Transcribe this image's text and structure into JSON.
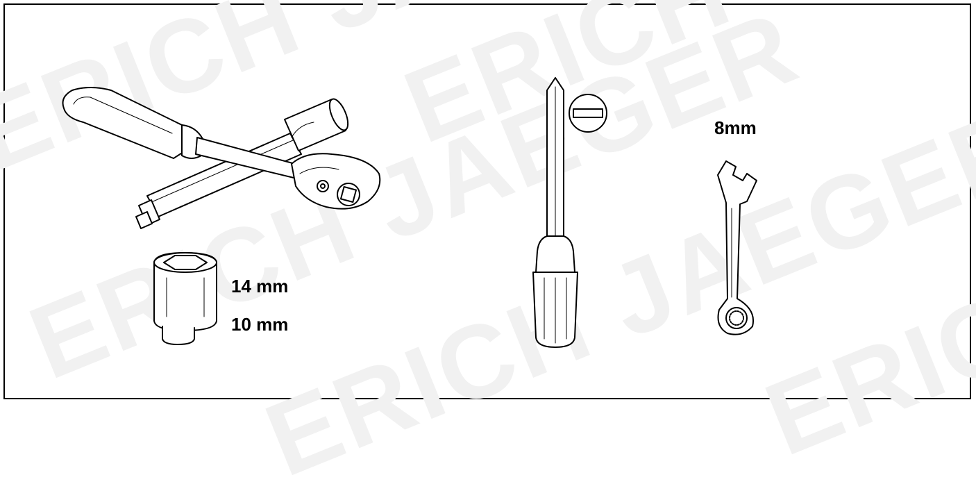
{
  "watermark": {
    "lines": [
      "ERICH JAEGER",
      "ERICH JAEGER",
      "ERICH JAEGER",
      "ERICH JAEGER",
      "ERICH JAEGER"
    ],
    "color": "#f1f1f1"
  },
  "labels": {
    "socket_size_large": "14 mm",
    "socket_size_small": "10 mm",
    "wrench_size": "8mm"
  },
  "icons": {
    "ratchet": "ratchet-wrench-icon",
    "extension": "socket-extension-icon",
    "socket": "hex-socket-icon",
    "screwdriver": "flat-screwdriver-icon",
    "slot_tip": "slotted-tip-icon",
    "wrench": "combination-wrench-icon"
  }
}
